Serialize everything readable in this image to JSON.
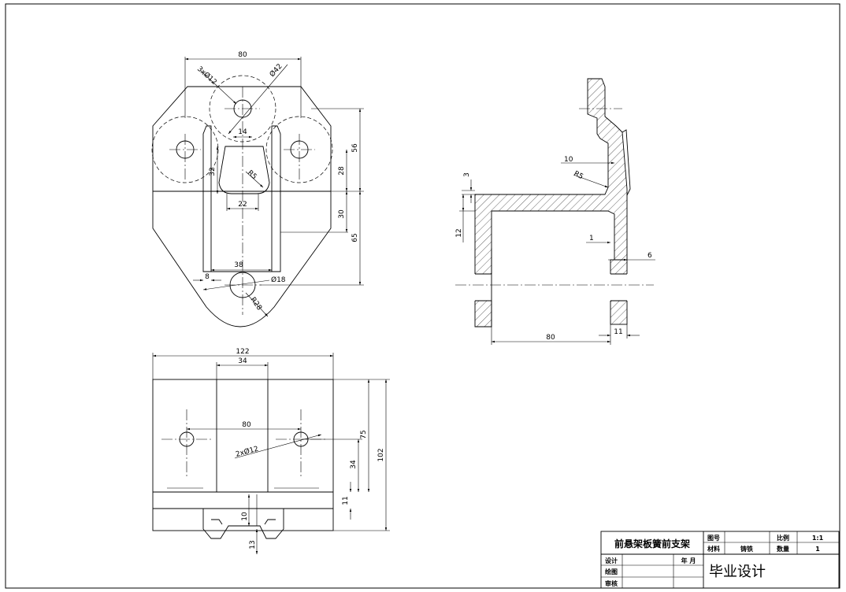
{
  "front_view": {
    "dims": {
      "width_80": "80",
      "holes_3x12": "3xØ12",
      "dia_42": "Ø42",
      "w14": "14",
      "v32": "32",
      "r5": "R5",
      "w22": "22",
      "v56": "56",
      "v28": "28",
      "v30": "30",
      "v65": "65",
      "w38": "38",
      "w8": "8",
      "dia_18": "Ø18",
      "r28": "R28"
    }
  },
  "top_view": {
    "dims": {
      "w122": "122",
      "w34": "34",
      "w80": "80",
      "holes_2x12": "2xØ12",
      "v75": "75",
      "v102": "102",
      "v34": "34",
      "v11": "11",
      "v10": "10",
      "v13": "13"
    }
  },
  "side_view": {
    "dims": {
      "d10": "10",
      "r5": "R5",
      "d3": "3",
      "d12": "12",
      "d1": "1",
      "d6": "6",
      "d80": "80",
      "d11": "11"
    }
  },
  "title_block": {
    "part_name": "前悬架板簧前支架",
    "drawing_no_label": "图号",
    "scale_label": "比例",
    "scale_value": "1:1",
    "material_label": "材料",
    "material_value": "铸铁",
    "quantity_label": "数量",
    "quantity_value": "1",
    "designer_label": "设计",
    "date_label": "年 月",
    "drafter_label": "绘图",
    "reviewer_label": "审核",
    "project": "毕业设计"
  }
}
